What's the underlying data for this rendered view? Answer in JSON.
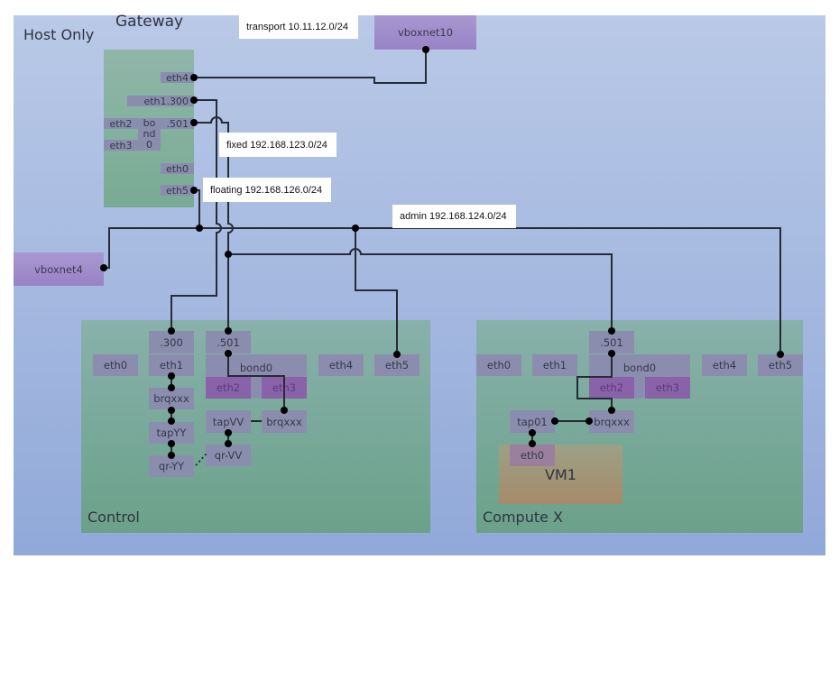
{
  "colors": {
    "host_top": "#b9c9e7",
    "host_bottom": "#91a9d9",
    "node_top": "#88b1aa",
    "node_bottom": "#6ba18a",
    "interface": "#8b8daf",
    "bond_member": "#8a62a9",
    "vboxnet": "#a898d1",
    "vm_top": "#9ca186",
    "vm_bottom": "#a68a69",
    "wire": "#262b36"
  },
  "host_only": {
    "label": "Host Only"
  },
  "networks": {
    "transport": "transport 10.11.12.0/24",
    "fixed": "fixed 192.168.123.0/24",
    "floating": "floating 192.168.126.0/24",
    "admin": "admin 192.168.124.0/24"
  },
  "vboxnets": {
    "vboxnet10": "vboxnet10",
    "vboxnet4": "vboxnet4"
  },
  "gateway": {
    "title": "Gateway",
    "eth4": "eth4",
    "eth1_300": "eth1.300",
    "eth2": "eth2",
    "eth3": "eth3",
    "bond0_lines": [
      "bo",
      "nd",
      "0"
    ],
    "vlan_501": ".501",
    "eth0": "eth0",
    "eth5": "eth5"
  },
  "control": {
    "label": "Control",
    "vlan_300": ".300",
    "vlan_501": ".501",
    "eth0": "eth0",
    "eth1": "eth1",
    "bond0": "bond0",
    "eth2": "eth2",
    "eth3": "eth3",
    "eth4": "eth4",
    "eth5": "eth5",
    "brq_left": "brqxxx",
    "tap_yy": "tapYY",
    "qr_yy": "qr-YY",
    "tap_vv": "tapVV",
    "brq_right": "brqxxx",
    "qr_vv": "qr-VV"
  },
  "compute": {
    "label": "Compute X",
    "vlan_501": ".501",
    "eth0": "eth0",
    "eth1": "eth1",
    "bond0": "bond0",
    "eth2": "eth2",
    "eth3": "eth3",
    "eth4": "eth4",
    "eth5": "eth5",
    "tap01": "tap01",
    "brq": "brqxxx",
    "vm": {
      "label": "VM1",
      "eth0": "eth0"
    }
  }
}
